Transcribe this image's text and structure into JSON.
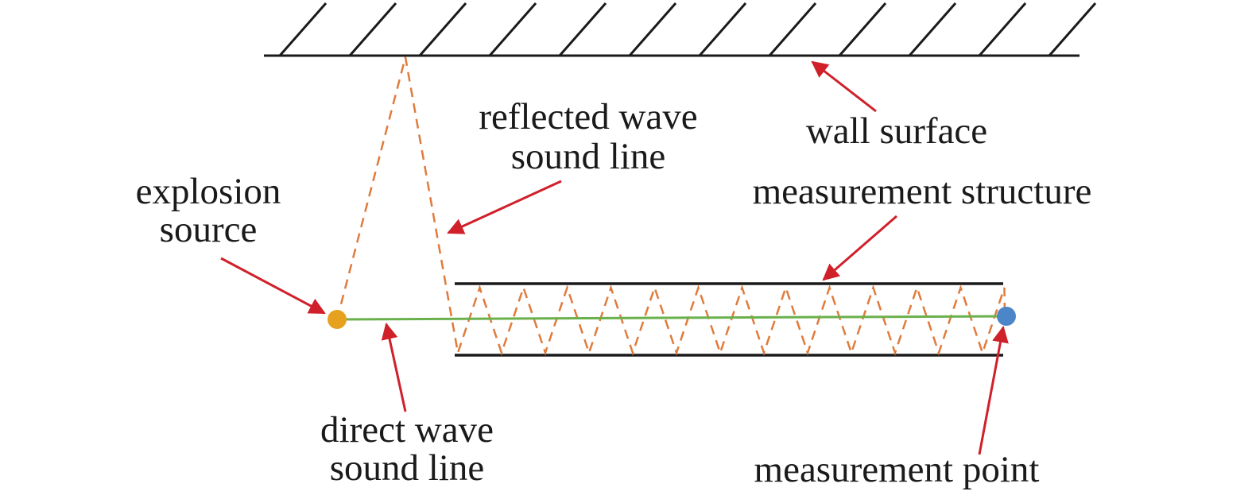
{
  "labels": {
    "wall_surface": "wall surface",
    "reflected_line1": "reflected wave",
    "reflected_line2": "sound line",
    "explosion_line1": "explosion",
    "explosion_line2": "source",
    "measurement_structure": "measurement structure",
    "direct_line1": "direct wave",
    "direct_line2": "sound line",
    "measurement_point": "measurement point"
  },
  "colors": {
    "wall": "#1a1a1a",
    "arrow": "#d0202a",
    "reflected_wave": "#e07b3c",
    "direct_wave": "#6ab04c",
    "explosion_source": "#e6a21e",
    "measurement_point": "#4a86c8",
    "text": "#1a1a1a"
  }
}
